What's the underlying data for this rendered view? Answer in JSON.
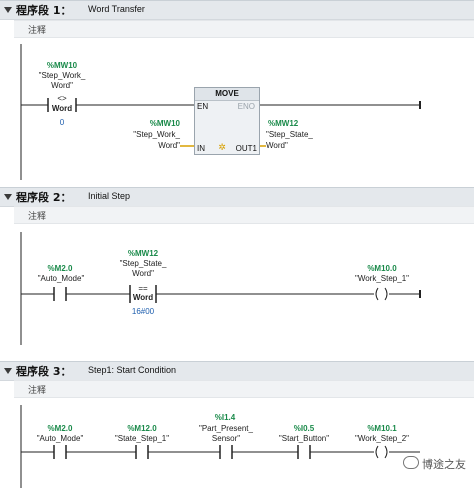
{
  "networks": [
    {
      "label": "程序段 1：",
      "title": "Word Transfer",
      "comment": "注释",
      "contact": {
        "address": "%MW10",
        "tag_line1": "\"Step_Work_",
        "tag_line2": "Word\"",
        "op": "<>",
        "type": "Word",
        "value": "0"
      },
      "move": {
        "name": "MOVE",
        "en": "EN",
        "eno": "ENO",
        "in": "IN",
        "out": "OUT1",
        "in_address": "%MW10",
        "in_tag1": "\"Step_Work_",
        "in_tag2": "Word\"",
        "out_address": "%MW12",
        "out_tag1": "\"Step_State_",
        "out_tag2": "Word\""
      }
    },
    {
      "label": "程序段 2：",
      "title": "Initial Step",
      "comment": "注释",
      "contact": {
        "address": "%M2.0",
        "tag": "\"Auto_Mode\""
      },
      "compare": {
        "address": "%MW12",
        "tag_line1": "\"Step_State_",
        "tag_line2": "Word\"",
        "op": "==",
        "type": "Word",
        "value": "16#00"
      },
      "coil": {
        "address": "%M10.0",
        "tag": "\"Work_Step_1\""
      }
    },
    {
      "label": "程序段 3：",
      "title": "Step1: Start Condition",
      "comment": "注释",
      "contacts": [
        {
          "address": "%M2.0",
          "tag1": "\"Auto_Mode\"",
          "tag2": ""
        },
        {
          "address": "%M12.0",
          "tag1": "\"State_Step_1\"",
          "tag2": ""
        },
        {
          "address": "%I1.4",
          "tag1": "\"Part_Present_",
          "tag2": "Sensor\""
        },
        {
          "address": "%I0.5",
          "tag1": "\"Start_Button\"",
          "tag2": ""
        }
      ],
      "coil": {
        "address": "%M10.1",
        "tag": "\"Work_Step_2\""
      }
    }
  ],
  "watermark": "博途之友",
  "colors": {
    "header": "#e4e8ec",
    "address": "#1a8a4a",
    "value": "#1f5fae",
    "wire": "#222222",
    "flow_active": "#d8a000"
  }
}
